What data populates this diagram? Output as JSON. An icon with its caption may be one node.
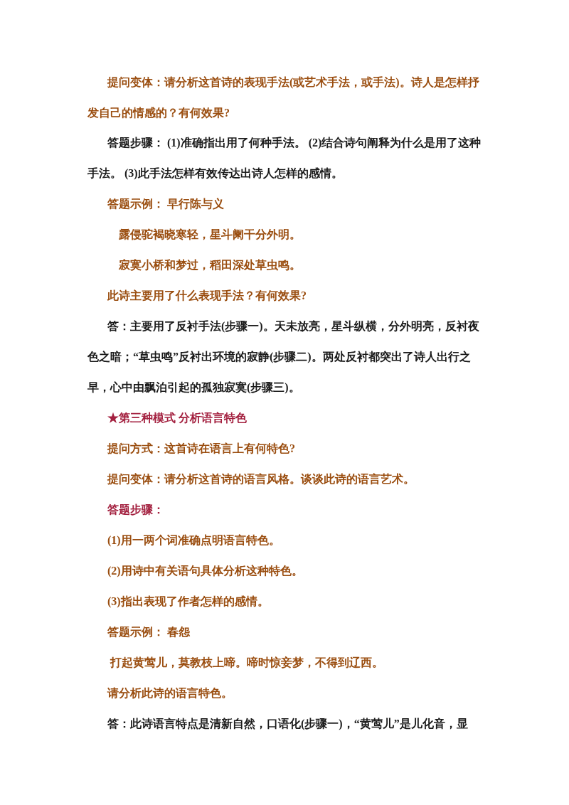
{
  "diagram": {
    "labels": [
      "提问变体：请分析这首诗的表现手法(或艺术手法，或手法)。诗人是怎样抒发自己的情感的？有何效果?",
      "答题步骤： (1)准确指出用了何种手法。 (2)结合诗句阐释为什么是用了这种手法。 (3)此手法怎样有效传达出诗人怎样的感情。",
      "答题示例： 早行陈与义",
      "露侵驼褐晓寒轻，星斗阑干分外明。",
      "寂寞小桥和梦过，稻田深处草虫鸣。",
      "此诗主要用了什么表现手法？有何效果?",
      "答：主要用了反衬手法(步骤一)。天未放亮，星斗纵横，分外明亮，反衬夜色之暗；“草虫鸣”反衬出环境的寂静(步骤二)。两处反衬都突出了诗人出行之早，心中由飘泊引起的孤独寂寞(步骤三)。",
      "★第三种模式 分析语言特色",
      "提问方式：这首诗在语言上有何特色?",
      "提问变体：请分析这首诗的语言风格。谈谈此诗的语言艺术。",
      "答题步骤：",
      "(1)用一两个词准确点明语言特色。",
      "(2)用诗中有关语句具体分析这种特色。",
      "(3)指出表现了作者怎样的感情。",
      "答题示例： 春怨",
      "打起黄莺儿，莫教枝上啼。啼时惊妾梦，不得到辽西。",
      "请分析此诗的语言特色。",
      "答：此诗语言特点是清新自然，口语化(步骤一)，“黄莺儿”是儿化音，显"
    ]
  }
}
